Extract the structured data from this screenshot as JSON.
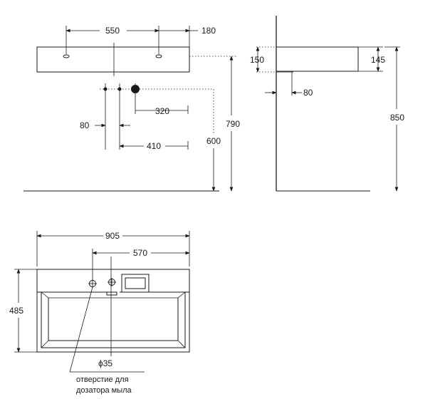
{
  "front_view": {
    "dim_tap_spacing": "550",
    "dim_tap_offset": "180",
    "dim_trap_offset": "320",
    "dim_trap_small": "80",
    "dim_trap_to_tap": "410",
    "dim_height_drain": "600",
    "dim_height_total": "790"
  },
  "side_view": {
    "dim_thickness_a": "150",
    "dim_thickness_b": "145",
    "dim_drain_offset": "80",
    "dim_total_height": "850"
  },
  "top_view": {
    "dim_width": "905",
    "dim_tap_to_edge": "570",
    "dim_depth": "485",
    "dim_hole_diameter": "ϕ35",
    "note_line1": "отверстие для",
    "note_line2": "дозатора мыла"
  }
}
